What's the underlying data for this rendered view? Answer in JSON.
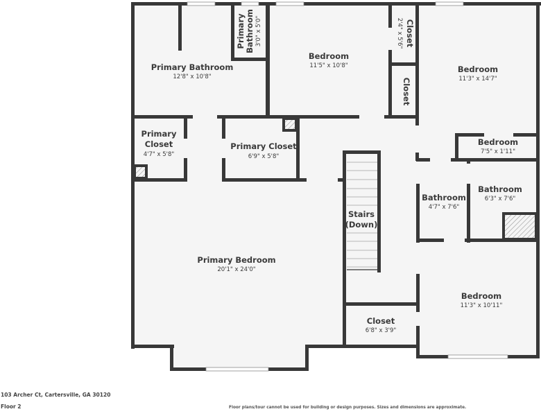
{
  "floorplan": {
    "address": "103 Archer Ct, Cartersville, GA 30120",
    "floor_label": "Floor 2",
    "disclaimer": "Floor plans/tour cannot be used for building or design purposes. Sizes and dimensions are approximate.",
    "colors": {
      "wall": "#383838",
      "floor": "#f5f5f5",
      "text": "#3a3a3a"
    },
    "rooms": {
      "primary_bathroom": {
        "name": "Primary Bathroom",
        "dims": "12'8\" x 10'8\""
      },
      "primary_bathroom_small": {
        "name_line1": "Primary",
        "name_line2": "Bathroom",
        "dims": "3'0\" x 5'0\""
      },
      "bedroom_top": {
        "name": "Bedroom",
        "dims": "11'5\" x 10'8\""
      },
      "closet_top": {
        "name": "Closet",
        "dims": "2'4\" x 5'6\""
      },
      "closet_mid": {
        "name": "Closet"
      },
      "bedroom_right": {
        "name": "Bedroom",
        "dims": "11'3\" x 14'7\""
      },
      "bedroom_nook": {
        "name": "Bedroom",
        "dims": "7'5\" x 1'11\""
      },
      "primary_closet_left": {
        "name_line1": "Primary",
        "name_line2": "Closet",
        "dims": "4'7\" x 5'8\""
      },
      "primary_closet_right": {
        "name": "Primary Closet",
        "dims": "6'9\" x 5'8\""
      },
      "bathroom_left": {
        "name": "Bathroom",
        "dims": "4'7\" x 7'6\""
      },
      "bathroom_right": {
        "name": "Bathroom",
        "dims": "6'3\" x 7'6\""
      },
      "stairs": {
        "name_line1": "Stairs",
        "name_line2": "(Down)"
      },
      "primary_bedroom": {
        "name": "Primary Bedroom",
        "dims": "20'1\" x 24'0\""
      },
      "closet_bottom": {
        "name": "Closet",
        "dims": "6'8\" x 3'9\""
      },
      "bedroom_bottom": {
        "name": "Bedroom",
        "dims": "11'3\" x 10'11\""
      }
    }
  }
}
